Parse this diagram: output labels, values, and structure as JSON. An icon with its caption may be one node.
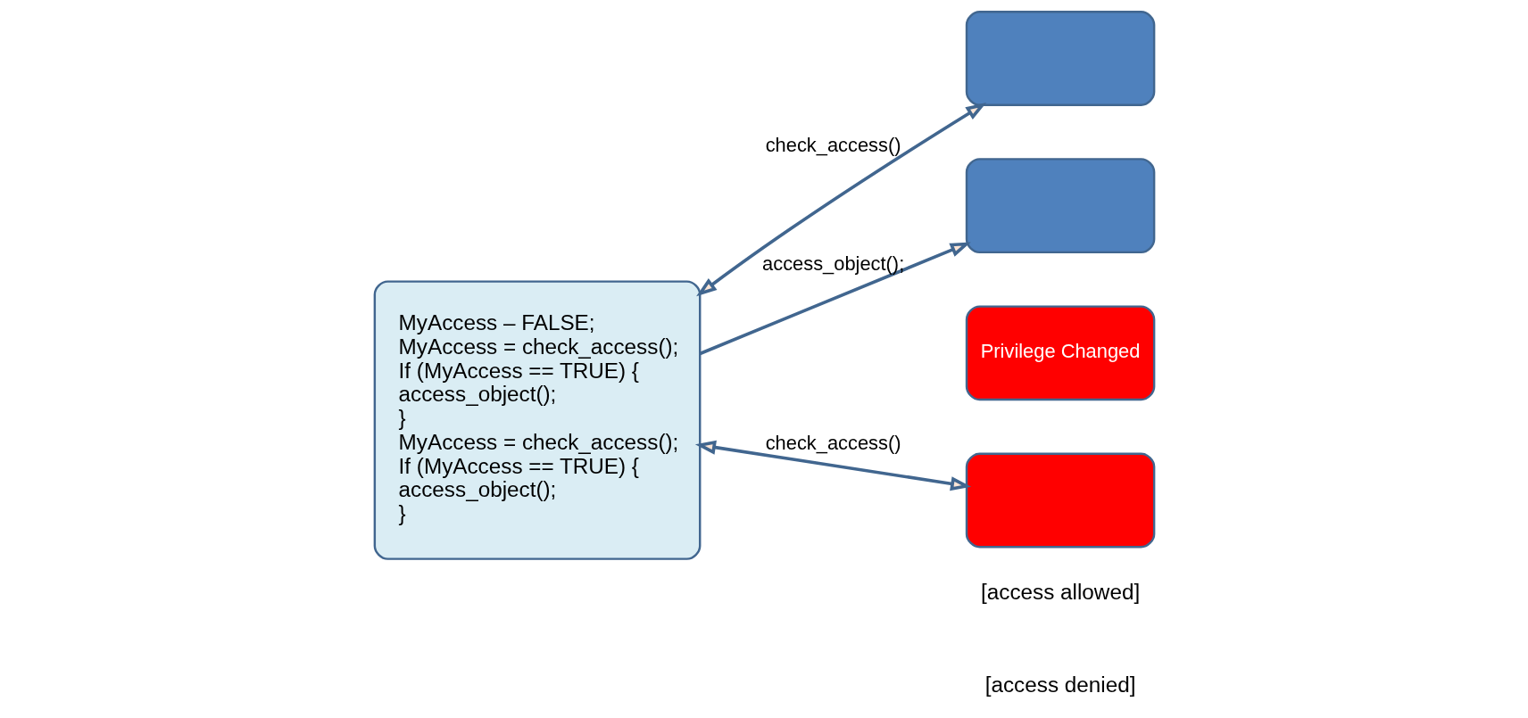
{
  "diagram": {
    "nodes": [
      {
        "text": [
          "MyAccess – FALSE;",
          "MyAccess = check_access();",
          "If (MyAccess == TRUE) {",
          "access_object();",
          "}",
          "MyAccess = check_access();",
          "If (MyAccess == TRUE) {",
          "access_object();",
          "}"
        ]
      },
      {
        "text": [],
        "shape": "box"
      },
      {
        "text": [],
        "shape": "box"
      },
      {
        "text": [
          "Privilege Changed"
        ]
      },
      {
        "text": [],
        "shape": "box"
      }
    ],
    "edges": [
      {
        "from": 0,
        "to": 1,
        "arrow": "both",
        "label": "check_access()"
      },
      {
        "from": 0,
        "to": 2,
        "arrow": "to",
        "label": "access_object();"
      },
      {
        "from": 0,
        "to": 4,
        "arrow": "both",
        "label": "check_access()"
      }
    ],
    "labels": [
      "[access allowed]",
      "[access denied]"
    ]
  }
}
